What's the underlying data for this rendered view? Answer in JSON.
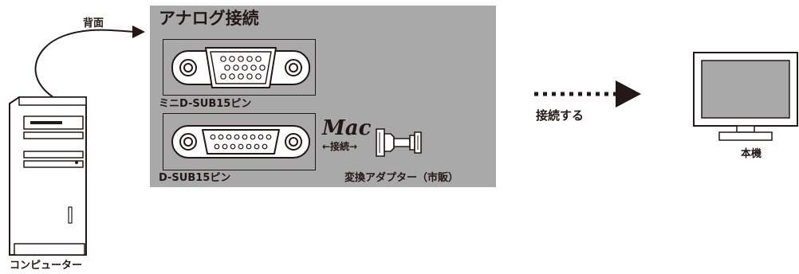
{
  "panel": {
    "title": "アナログ接続",
    "mini_dsub_label": "ミニD-SUB15ピン",
    "dsub_label": "D-SUB15ピン",
    "adapter_label": "変換アダプター（市販）",
    "adapter_connect_label": "←接続→",
    "mac_logo_text": "Mac"
  },
  "labels": {
    "rear": "背面",
    "connect": "接続する",
    "monitor": "本機",
    "computer": "コンピューター"
  }
}
